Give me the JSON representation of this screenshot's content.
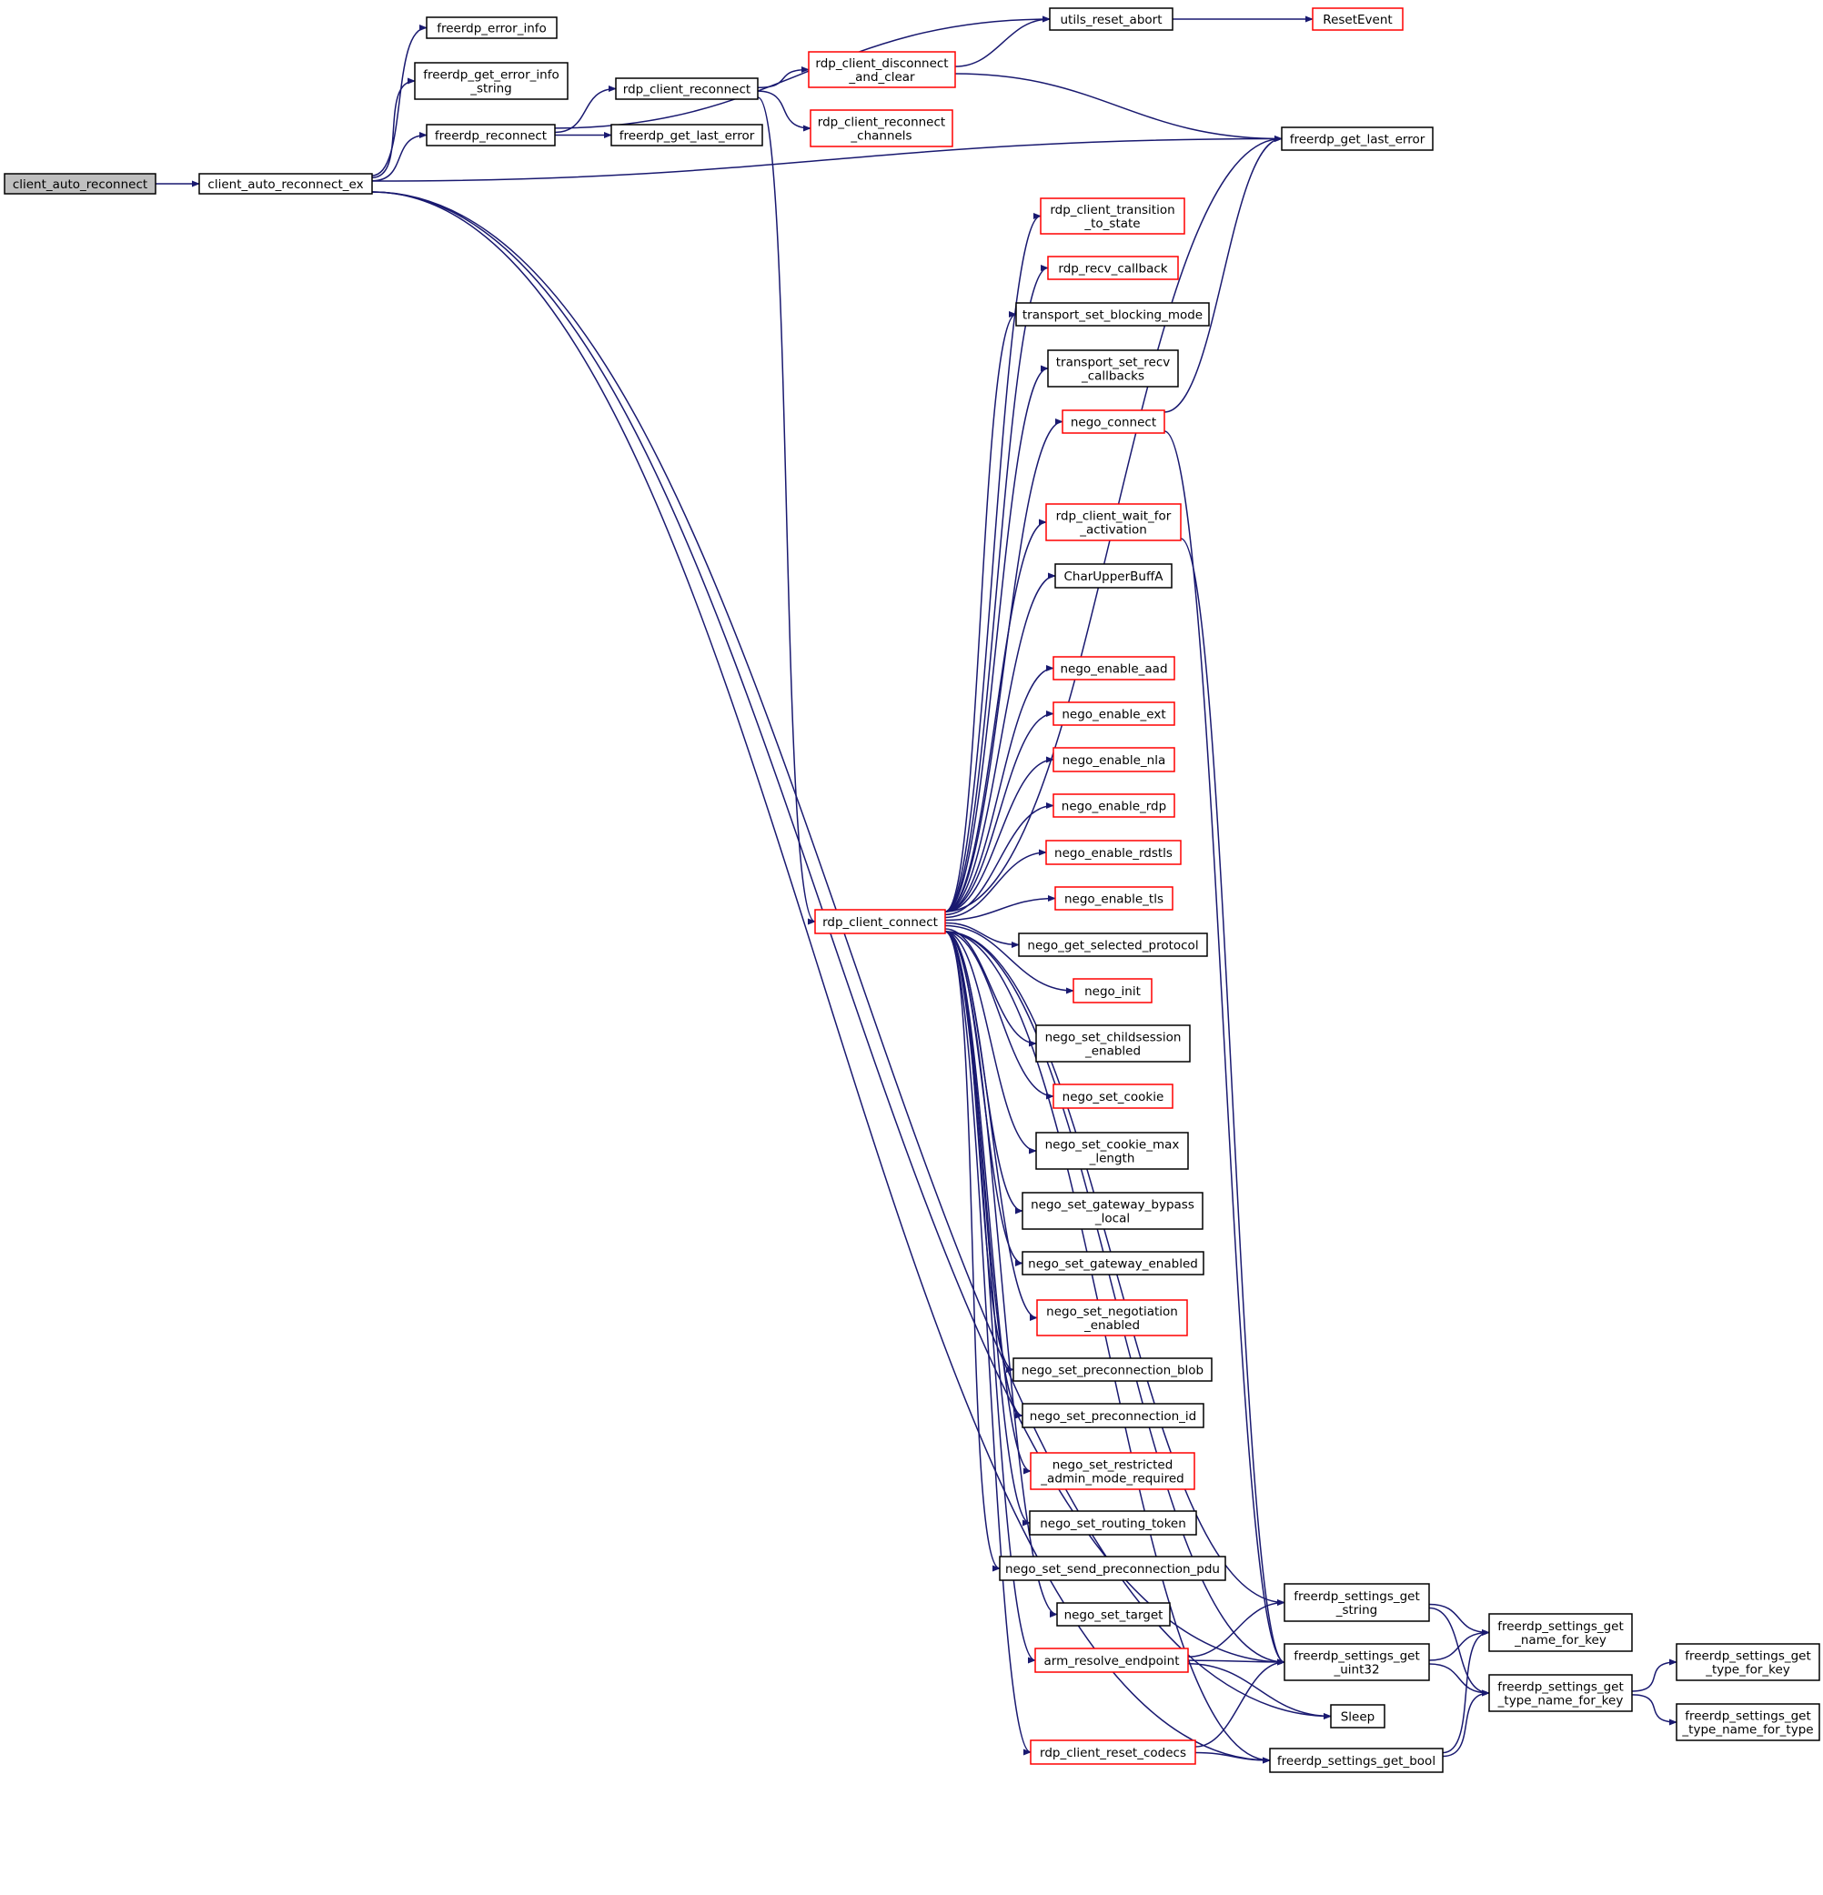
{
  "nodes": {
    "client_auto_reconnect": {
      "lines": [
        "client_auto_reconnect"
      ],
      "style": "root"
    },
    "client_auto_reconnect_ex": {
      "lines": [
        "client_auto_reconnect_ex"
      ],
      "style": "normal"
    },
    "freerdp_error_info": {
      "lines": [
        "freerdp_error_info"
      ],
      "style": "normal"
    },
    "freerdp_get_error_info_string": {
      "lines": [
        "freerdp_get_error_info",
        "_string"
      ],
      "style": "normal"
    },
    "freerdp_reconnect": {
      "lines": [
        "freerdp_reconnect"
      ],
      "style": "normal"
    },
    "rdp_client_reconnect": {
      "lines": [
        "rdp_client_reconnect"
      ],
      "style": "normal"
    },
    "freerdp_get_last_error_a": {
      "lines": [
        "freerdp_get_last_error"
      ],
      "style": "normal"
    },
    "utils_reset_abort": {
      "lines": [
        "utils_reset_abort"
      ],
      "style": "normal"
    },
    "ResetEvent": {
      "lines": [
        "ResetEvent"
      ],
      "style": "truncated"
    },
    "rdp_client_disconnect_and_clear": {
      "lines": [
        "rdp_client_disconnect",
        "_and_clear"
      ],
      "style": "truncated"
    },
    "rdp_client_reconnect_channels": {
      "lines": [
        "rdp_client_reconnect",
        "_channels"
      ],
      "style": "truncated"
    },
    "freerdp_get_last_error_b": {
      "lines": [
        "freerdp_get_last_error"
      ],
      "style": "normal"
    },
    "rdp_client_transition_to_state": {
      "lines": [
        "rdp_client_transition",
        "_to_state"
      ],
      "style": "truncated"
    },
    "rdp_recv_callback": {
      "lines": [
        "rdp_recv_callback"
      ],
      "style": "truncated"
    },
    "transport_set_blocking_mode": {
      "lines": [
        "transport_set_blocking_mode"
      ],
      "style": "normal"
    },
    "transport_set_recv_callbacks": {
      "lines": [
        "transport_set_recv",
        "_callbacks"
      ],
      "style": "normal"
    },
    "nego_connect": {
      "lines": [
        "nego_connect"
      ],
      "style": "truncated"
    },
    "rdp_client_wait_for_activation": {
      "lines": [
        "rdp_client_wait_for",
        "_activation"
      ],
      "style": "truncated"
    },
    "CharUpperBuffA": {
      "lines": [
        "CharUpperBuffA"
      ],
      "style": "normal"
    },
    "nego_enable_aad": {
      "lines": [
        "nego_enable_aad"
      ],
      "style": "truncated"
    },
    "nego_enable_ext": {
      "lines": [
        "nego_enable_ext"
      ],
      "style": "truncated"
    },
    "nego_enable_nla": {
      "lines": [
        "nego_enable_nla"
      ],
      "style": "truncated"
    },
    "nego_enable_rdp": {
      "lines": [
        "nego_enable_rdp"
      ],
      "style": "truncated"
    },
    "nego_enable_rdstls": {
      "lines": [
        "nego_enable_rdstls"
      ],
      "style": "truncated"
    },
    "nego_enable_tls": {
      "lines": [
        "nego_enable_tls"
      ],
      "style": "truncated"
    },
    "rdp_client_connect": {
      "lines": [
        "rdp_client_connect"
      ],
      "style": "truncated"
    },
    "nego_get_selected_protocol": {
      "lines": [
        "nego_get_selected_protocol"
      ],
      "style": "normal"
    },
    "nego_init": {
      "lines": [
        "nego_init"
      ],
      "style": "truncated"
    },
    "nego_set_childsession_enabled": {
      "lines": [
        "nego_set_childsession",
        "_enabled"
      ],
      "style": "normal"
    },
    "nego_set_cookie": {
      "lines": [
        "nego_set_cookie"
      ],
      "style": "truncated"
    },
    "nego_set_cookie_max_length": {
      "lines": [
        "nego_set_cookie_max",
        "_length"
      ],
      "style": "normal"
    },
    "nego_set_gateway_bypass_local": {
      "lines": [
        "nego_set_gateway_bypass",
        "_local"
      ],
      "style": "normal"
    },
    "nego_set_gateway_enabled": {
      "lines": [
        "nego_set_gateway_enabled"
      ],
      "style": "normal"
    },
    "nego_set_negotiation_enabled": {
      "lines": [
        "nego_set_negotiation",
        "_enabled"
      ],
      "style": "truncated"
    },
    "nego_set_preconnection_blob": {
      "lines": [
        "nego_set_preconnection_blob"
      ],
      "style": "normal"
    },
    "nego_set_preconnection_id": {
      "lines": [
        "nego_set_preconnection_id"
      ],
      "style": "normal"
    },
    "nego_set_restricted_admin_mode_required": {
      "lines": [
        "nego_set_restricted",
        "_admin_mode_required"
      ],
      "style": "truncated"
    },
    "nego_set_routing_token": {
      "lines": [
        "nego_set_routing_token"
      ],
      "style": "normal"
    },
    "nego_set_send_preconnection_pdu": {
      "lines": [
        "nego_set_send_preconnection_pdu"
      ],
      "style": "normal"
    },
    "nego_set_target": {
      "lines": [
        "nego_set_target"
      ],
      "style": "normal"
    },
    "arm_resolve_endpoint": {
      "lines": [
        "arm_resolve_endpoint"
      ],
      "style": "truncated"
    },
    "rdp_client_reset_codecs": {
      "lines": [
        "rdp_client_reset_codecs"
      ],
      "style": "truncated"
    },
    "freerdp_settings_get_string": {
      "lines": [
        "freerdp_settings_get",
        "_string"
      ],
      "style": "normal"
    },
    "freerdp_settings_get_uint32": {
      "lines": [
        "freerdp_settings_get",
        "_uint32"
      ],
      "style": "normal"
    },
    "Sleep": {
      "lines": [
        "Sleep"
      ],
      "style": "normal"
    },
    "freerdp_settings_get_bool": {
      "lines": [
        "freerdp_settings_get_bool"
      ],
      "style": "normal"
    },
    "freerdp_settings_get_name_for_key": {
      "lines": [
        "freerdp_settings_get",
        "_name_for_key"
      ],
      "style": "normal"
    },
    "freerdp_settings_get_type_name_for_key": {
      "lines": [
        "freerdp_settings_get",
        "_type_name_for_key"
      ],
      "style": "normal"
    },
    "freerdp_settings_get_type_for_key": {
      "lines": [
        "freerdp_settings_get",
        "_type_for_key"
      ],
      "style": "normal"
    },
    "freerdp_settings_get_type_name_for_type": {
      "lines": [
        "freerdp_settings_get",
        "_type_name_for_type"
      ],
      "style": "normal"
    }
  },
  "edges": [
    {
      "from": "client_auto_reconnect",
      "to": "client_auto_reconnect_ex"
    },
    {
      "from": "client_auto_reconnect_ex",
      "to": "freerdp_error_info"
    },
    {
      "from": "client_auto_reconnect_ex",
      "to": "freerdp_get_error_info_string"
    },
    {
      "from": "client_auto_reconnect_ex",
      "to": "freerdp_reconnect"
    },
    {
      "from": "client_auto_reconnect_ex",
      "to": "freerdp_get_last_error_b"
    },
    {
      "from": "client_auto_reconnect_ex",
      "to": "freerdp_settings_get_uint32"
    },
    {
      "from": "client_auto_reconnect_ex",
      "to": "Sleep"
    },
    {
      "from": "client_auto_reconnect_ex",
      "to": "freerdp_settings_get_bool"
    },
    {
      "from": "freerdp_reconnect",
      "to": "rdp_client_reconnect"
    },
    {
      "from": "freerdp_reconnect",
      "to": "freerdp_get_last_error_a"
    },
    {
      "from": "freerdp_reconnect",
      "to": "utils_reset_abort"
    },
    {
      "from": "utils_reset_abort",
      "to": "ResetEvent"
    },
    {
      "from": "rdp_client_reconnect",
      "to": "rdp_client_disconnect_and_clear"
    },
    {
      "from": "rdp_client_reconnect",
      "to": "rdp_client_reconnect_channels"
    },
    {
      "from": "rdp_client_reconnect",
      "to": "rdp_client_connect"
    },
    {
      "from": "rdp_client_disconnect_and_clear",
      "to": "utils_reset_abort"
    },
    {
      "from": "rdp_client_disconnect_and_clear",
      "to": "freerdp_get_last_error_b"
    },
    {
      "from": "rdp_client_connect",
      "to": "freerdp_get_last_error_b"
    },
    {
      "from": "rdp_client_connect",
      "to": "rdp_client_transition_to_state"
    },
    {
      "from": "rdp_client_connect",
      "to": "rdp_recv_callback"
    },
    {
      "from": "rdp_client_connect",
      "to": "transport_set_blocking_mode"
    },
    {
      "from": "rdp_client_connect",
      "to": "transport_set_recv_callbacks"
    },
    {
      "from": "rdp_client_connect",
      "to": "nego_connect"
    },
    {
      "from": "rdp_client_connect",
      "to": "freerdp_settings_get_string"
    },
    {
      "from": "rdp_client_connect",
      "to": "rdp_client_wait_for_activation"
    },
    {
      "from": "rdp_client_connect",
      "to": "CharUpperBuffA"
    },
    {
      "from": "rdp_client_connect",
      "to": "freerdp_settings_get_uint32"
    },
    {
      "from": "rdp_client_connect",
      "to": "nego_enable_aad"
    },
    {
      "from": "rdp_client_connect",
      "to": "nego_enable_ext"
    },
    {
      "from": "rdp_client_connect",
      "to": "nego_enable_nla"
    },
    {
      "from": "rdp_client_connect",
      "to": "nego_enable_rdp"
    },
    {
      "from": "rdp_client_connect",
      "to": "nego_enable_rdstls"
    },
    {
      "from": "rdp_client_connect",
      "to": "nego_enable_tls"
    },
    {
      "from": "rdp_client_connect",
      "to": "nego_get_selected_protocol"
    },
    {
      "from": "rdp_client_connect",
      "to": "nego_init"
    },
    {
      "from": "rdp_client_connect",
      "to": "nego_set_childsession_enabled"
    },
    {
      "from": "rdp_client_connect",
      "to": "nego_set_cookie"
    },
    {
      "from": "rdp_client_connect",
      "to": "nego_set_cookie_max_length"
    },
    {
      "from": "rdp_client_connect",
      "to": "nego_set_gateway_bypass_local"
    },
    {
      "from": "rdp_client_connect",
      "to": "nego_set_gateway_enabled"
    },
    {
      "from": "rdp_client_connect",
      "to": "nego_set_negotiation_enabled"
    },
    {
      "from": "rdp_client_connect",
      "to": "nego_set_preconnection_blob"
    },
    {
      "from": "rdp_client_connect",
      "to": "nego_set_preconnection_id"
    },
    {
      "from": "rdp_client_connect",
      "to": "nego_set_restricted_admin_mode_required"
    },
    {
      "from": "rdp_client_connect",
      "to": "nego_set_routing_token"
    },
    {
      "from": "rdp_client_connect",
      "to": "nego_set_send_preconnection_pdu"
    },
    {
      "from": "rdp_client_connect",
      "to": "nego_set_target"
    },
    {
      "from": "rdp_client_connect",
      "to": "arm_resolve_endpoint"
    },
    {
      "from": "rdp_client_connect",
      "to": "rdp_client_reset_codecs"
    },
    {
      "from": "rdp_client_connect",
      "to": "freerdp_settings_get_bool"
    },
    {
      "from": "nego_connect",
      "to": "freerdp_get_last_error_b"
    },
    {
      "from": "nego_connect",
      "to": "freerdp_settings_get_uint32"
    },
    {
      "from": "rdp_client_wait_for_activation",
      "to": "freerdp_settings_get_uint32"
    },
    {
      "from": "arm_resolve_endpoint",
      "to": "freerdp_settings_get_string"
    },
    {
      "from": "arm_resolve_endpoint",
      "to": "freerdp_settings_get_uint32"
    },
    {
      "from": "arm_resolve_endpoint",
      "to": "Sleep"
    },
    {
      "from": "rdp_client_reset_codecs",
      "to": "freerdp_settings_get_uint32"
    },
    {
      "from": "rdp_client_reset_codecs",
      "to": "freerdp_settings_get_bool"
    },
    {
      "from": "freerdp_settings_get_string",
      "to": "freerdp_settings_get_name_for_key"
    },
    {
      "from": "freerdp_settings_get_string",
      "to": "freerdp_settings_get_type_name_for_key"
    },
    {
      "from": "freerdp_settings_get_uint32",
      "to": "freerdp_settings_get_name_for_key"
    },
    {
      "from": "freerdp_settings_get_uint32",
      "to": "freerdp_settings_get_type_name_for_key"
    },
    {
      "from": "freerdp_settings_get_bool",
      "to": "freerdp_settings_get_name_for_key"
    },
    {
      "from": "freerdp_settings_get_bool",
      "to": "freerdp_settings_get_type_name_for_key"
    },
    {
      "from": "freerdp_settings_get_type_name_for_key",
      "to": "freerdp_settings_get_type_for_key"
    },
    {
      "from": "freerdp_settings_get_type_name_for_key",
      "to": "freerdp_settings_get_type_name_for_type"
    }
  ]
}
